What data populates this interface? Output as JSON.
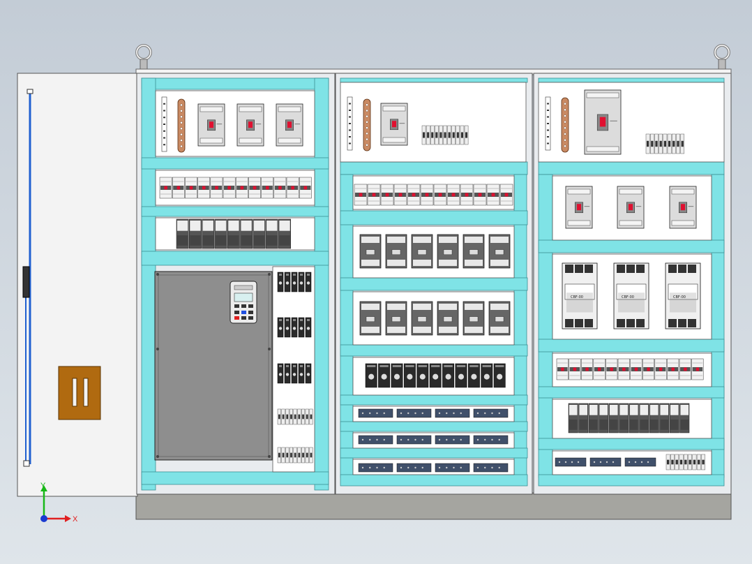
{
  "scene": {
    "background_top": "#c3ccd6",
    "background_bottom": "#dfe5ea",
    "cabinet_frame_color": "#ffffff",
    "cyan_rail_color": "#7fe3e6",
    "panel_color": "#ffffff",
    "plinth_color": "#a5a5a0",
    "busbar_color": "#c98a63",
    "door_handle_color": "#b06a10",
    "inverter_color": "#8e8e8e"
  },
  "contactor_labels": [
    "CBF-00",
    "CBF-00",
    "CBF-00"
  ],
  "axis_triad": {
    "x_label": "X",
    "y_label": "Y",
    "x_color": "#e02020",
    "y_color": "#18b818",
    "z_color": "#1a3ad0"
  }
}
